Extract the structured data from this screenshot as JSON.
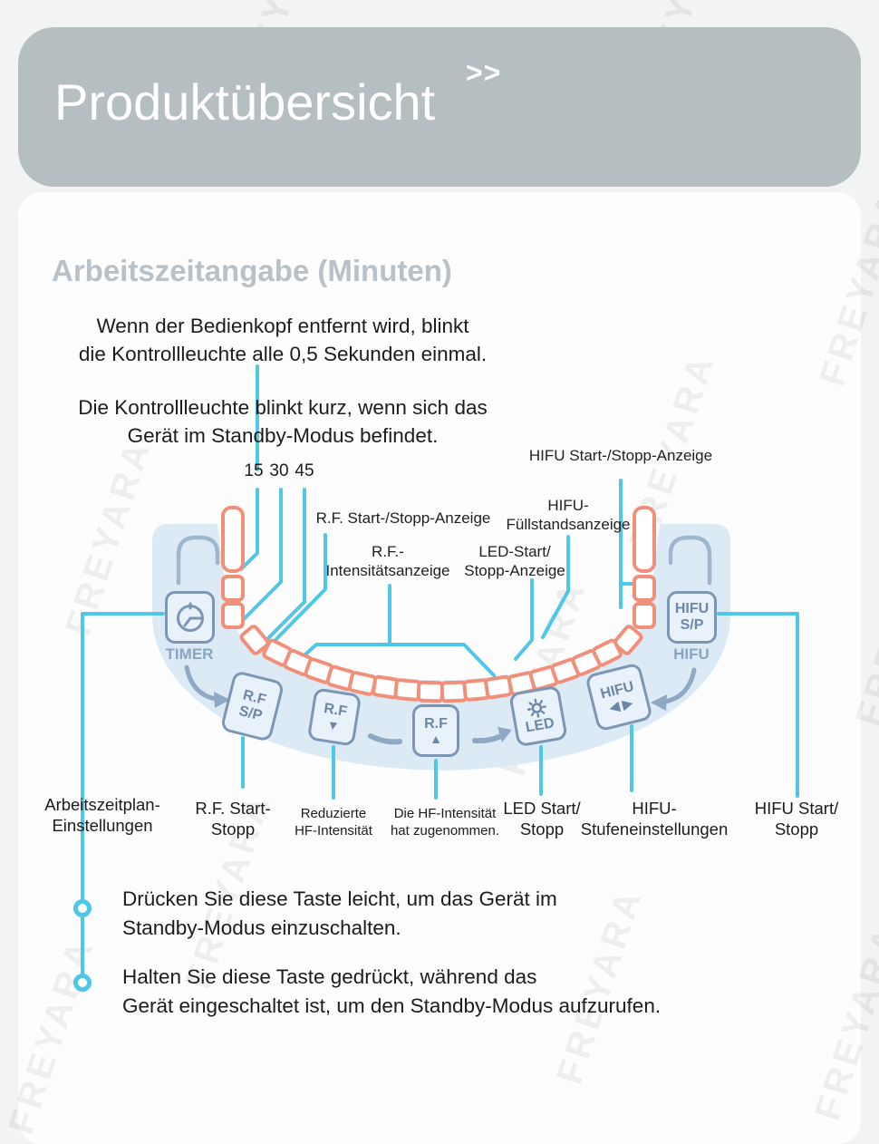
{
  "header": {
    "title": "Produktübersicht",
    "chevrons": ">>"
  },
  "section": {
    "title": "Arbeitszeitangabe (Minuten)"
  },
  "paragraphs": {
    "p1_line1": "Wenn der Bedienkopf entfernt wird, blinkt",
    "p1_line2": "die Kontrollleuchte alle 0,5 Sekunden einmal.",
    "p2_line1": "Die Kontrollleuchte blinkt kurz, wenn sich das",
    "p2_line2": "Gerät im Standby-Modus befindet."
  },
  "diagram": {
    "ticks": [
      "15",
      "30",
      "45"
    ],
    "labels": {
      "hifu_start_stop": "HIFU Start-/Stopp-Anzeige",
      "rf_start_stop": "R.F. Start-/Stopp-Anzeige",
      "fuellstand_line1": "HIFU-",
      "fuellstand_line2": "Füllstandsanzeige",
      "rf_intens_line1": "R.F.-",
      "rf_intens_line2": "Intensitätsanzeige",
      "led_line1": "LED-Start/",
      "led_line2": "Stopp-Anzeige"
    },
    "buttons": {
      "timer_caption": "TIMER",
      "rf_sp_line1": "R.F",
      "rf_sp_line2": "S/P",
      "rf_down_label": "R.F",
      "rf_down_arrow": "▼",
      "rf_up_label": "R.F",
      "rf_up_arrow": "▲",
      "led_label": "LED",
      "hifu_arrows_label": "HIFU",
      "hifu_arrows_glyphs": "◀ ▶",
      "hifu_sp_line1": "HIFU",
      "hifu_sp_line2": "S/P",
      "hifu_caption": "HIFU"
    }
  },
  "bottom_labels": {
    "timer_line1": "Arbeitszeitplan-",
    "timer_line2": "Einstellungen",
    "rf_sp_line1": "R.F. Start-",
    "rf_sp_line2": "Stopp",
    "rf_down_line1": "Reduzierte",
    "rf_down_line2": "HF-Intensität",
    "rf_up_line1": "Die HF-Intensität",
    "rf_up_line2": "hat zugenommen.",
    "led_line1": "LED Start/",
    "led_line2": "Stopp",
    "hifu_arrows_line1": "HIFU-",
    "hifu_arrows_line2": "Stufeneinstellungen",
    "hifu_sp_line1": "HIFU Start/",
    "hifu_sp_line2": "Stopp"
  },
  "notes": {
    "note1_line1": "Drücken Sie diese Taste leicht, um das Gerät im",
    "note1_line2": "Standby-Modus einzuschalten.",
    "note2_line1": "Halten Sie diese Taste gedrückt, während das",
    "note2_line2": "Gerät eingeschaltet ist, um den Standby-Modus aufzurufen."
  },
  "watermark": "FREYARA",
  "colors": {
    "accent_cyan": "#4fc7e8",
    "segment_orange": "#f0907a",
    "panel_blue": "#dceaf6",
    "button_border": "#7d96b6",
    "header_bg": "#b5bec1",
    "section_title_gray": "#b9c1c8"
  }
}
